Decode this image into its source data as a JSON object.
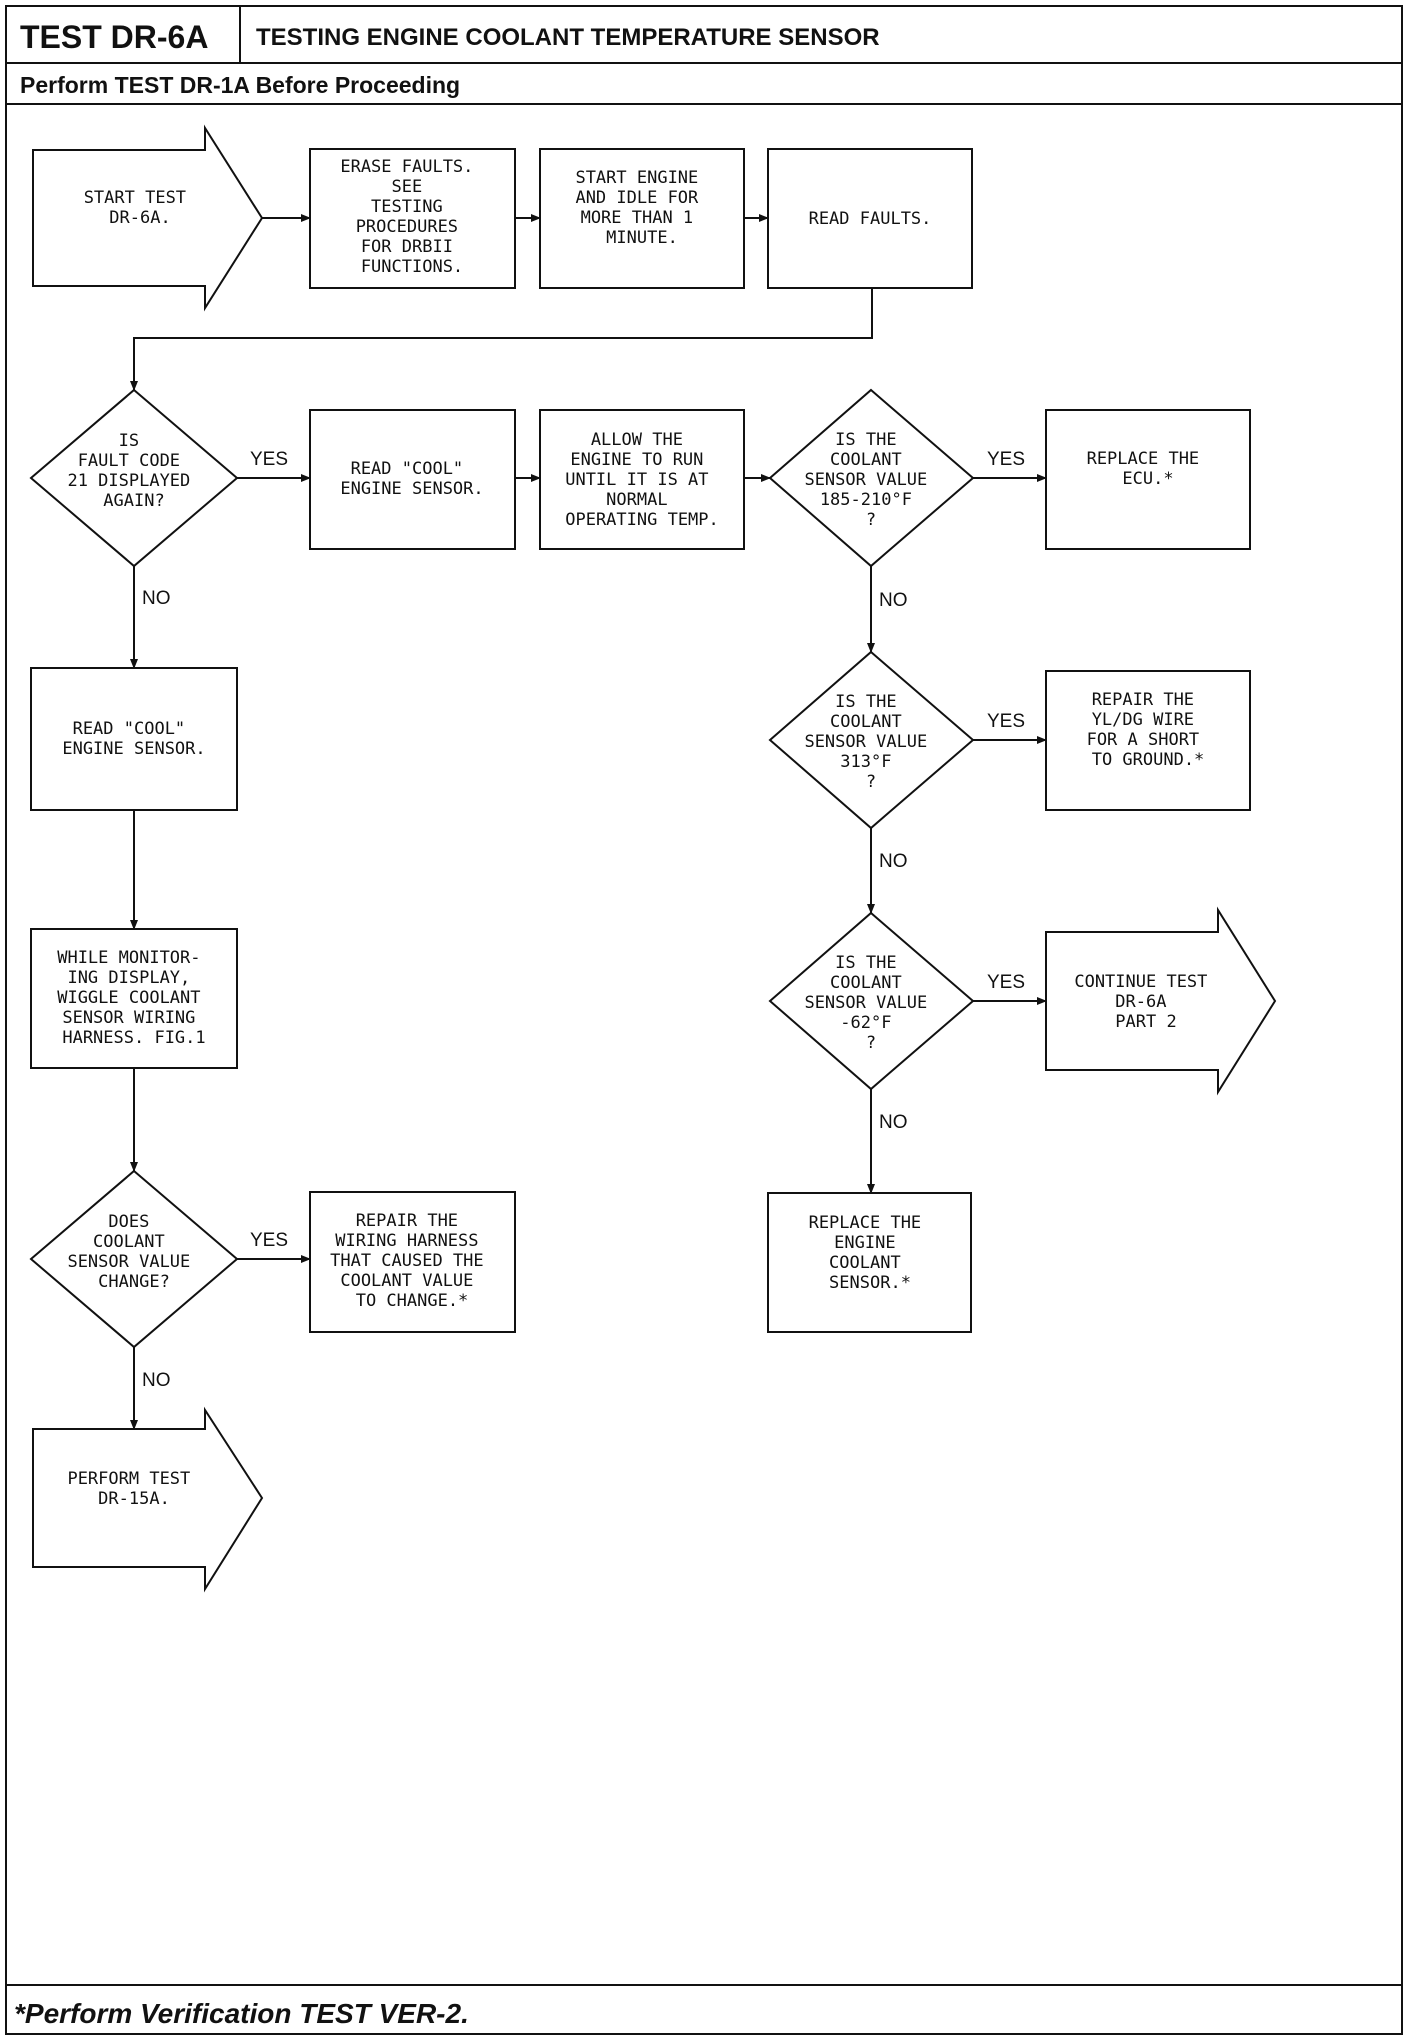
{
  "header": {
    "test_id": "TEST DR-6A",
    "title": "TESTING ENGINE COOLANT TEMPERATURE SENSOR",
    "subtitle": "Perform TEST DR-1A Before Proceeding"
  },
  "footer": {
    "note": "*Perform Verification TEST VER-2."
  },
  "flowchart": {
    "start": [
      "START TEST",
      "DR-6A."
    ],
    "erase_faults": [
      "ERASE FAULTS.",
      "SEE",
      "TESTING",
      "PROCEDURES",
      "FOR DRBII",
      "FUNCTIONS."
    ],
    "start_engine": [
      "START ENGINE",
      "AND IDLE FOR",
      "MORE THAN 1",
      "MINUTE."
    ],
    "read_faults": [
      "READ FAULTS."
    ],
    "fault_code_q": [
      "IS",
      "FAULT CODE",
      "21 DISPLAYED",
      "AGAIN?"
    ],
    "read_cool_1": [
      "READ \"COOL\"",
      "ENGINE SENSOR."
    ],
    "allow_engine": [
      "ALLOW THE",
      "ENGINE TO RUN",
      "UNTIL IT IS AT",
      "NORMAL",
      "OPERATING TEMP."
    ],
    "value_range_q": [
      "IS THE",
      "COOLANT",
      "SENSOR VALUE",
      "185-210°F",
      "?"
    ],
    "replace_ecu": [
      "REPLACE THE",
      "ECU.*"
    ],
    "value_313_q": [
      "IS THE",
      "COOLANT",
      "SENSOR VALUE",
      "313°F",
      "?"
    ],
    "repair_wire": [
      "REPAIR THE",
      "YL/DG WIRE",
      "FOR A SHORT",
      "TO GROUND.*"
    ],
    "value_neg62_q": [
      "IS THE",
      "COOLANT",
      "SENSOR VALUE",
      "-62°F",
      "?"
    ],
    "continue_test": [
      "CONTINUE TEST",
      "DR-6A",
      "PART 2"
    ],
    "replace_sensor": [
      "REPLACE THE",
      "ENGINE",
      "COOLANT",
      "SENSOR.*"
    ],
    "read_cool_2": [
      "READ \"COOL\"",
      "ENGINE SENSOR."
    ],
    "monitor_display": [
      "WHILE MONITOR-",
      "ING DISPLAY,",
      "WIGGLE COOLANT",
      "SENSOR WIRING",
      "HARNESS. FIG.1"
    ],
    "value_change_q": [
      "DOES",
      "COOLANT",
      "SENSOR VALUE",
      "CHANGE?"
    ],
    "repair_harness": [
      "REPAIR THE",
      "WIRING HARNESS",
      "THAT CAUSED THE",
      "COOLANT VALUE",
      "TO CHANGE.*"
    ],
    "perform_test": [
      "PERFORM TEST",
      "DR-15A."
    ]
  },
  "edge_labels": {
    "fault_yes": "YES",
    "fault_no": "NO",
    "range_yes": "YES",
    "range_no": "NO",
    "v313_yes": "YES",
    "v313_no": "NO",
    "vneg62_yes": "YES",
    "vneg62_no": "NO",
    "change_yes": "YES",
    "change_no": "NO"
  }
}
